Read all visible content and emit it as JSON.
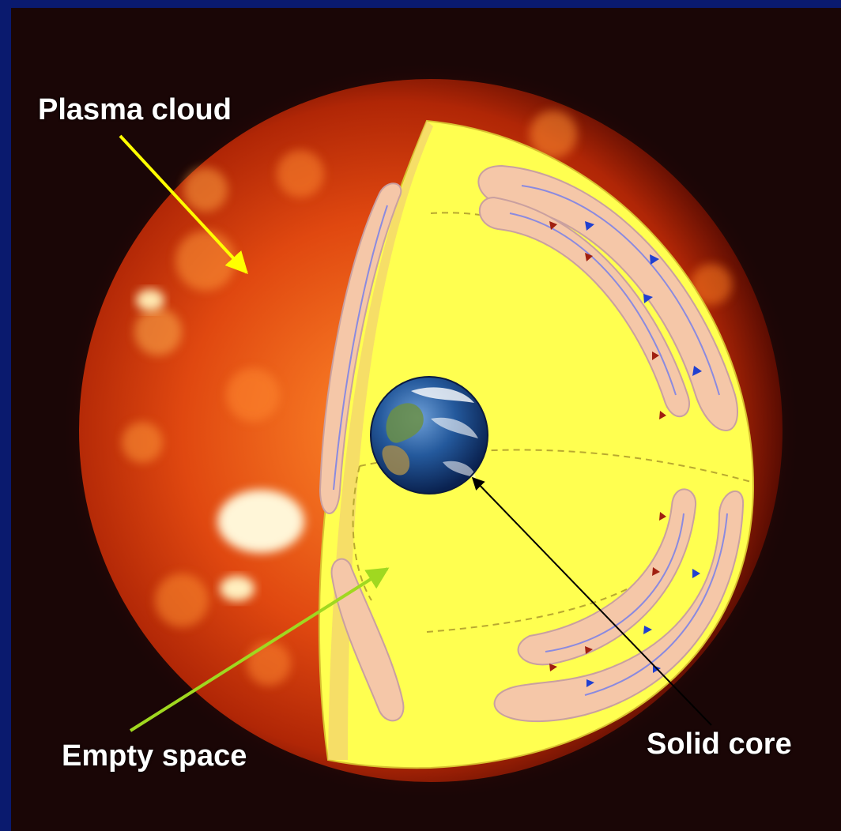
{
  "labels": {
    "plasma_cloud": "Plasma cloud",
    "empty_space": "Empty space",
    "solid_core": "Solid core"
  },
  "colors": {
    "slide_background": "#0a1a6e",
    "frame_background": "#1a0606",
    "sun_surface": "#c9300a",
    "sun_glow": "#ff7a1a",
    "cutaway_fill": "#ffff50",
    "convection_cell": "#f5c7a8",
    "flow_line": "#8a8ae0",
    "arrow_plasma": "#ffff00",
    "arrow_empty": "#a0d820",
    "arrow_core": "#000000",
    "earth_ocean": "#1e4f9a",
    "earth_land": "#5a8a3a"
  }
}
